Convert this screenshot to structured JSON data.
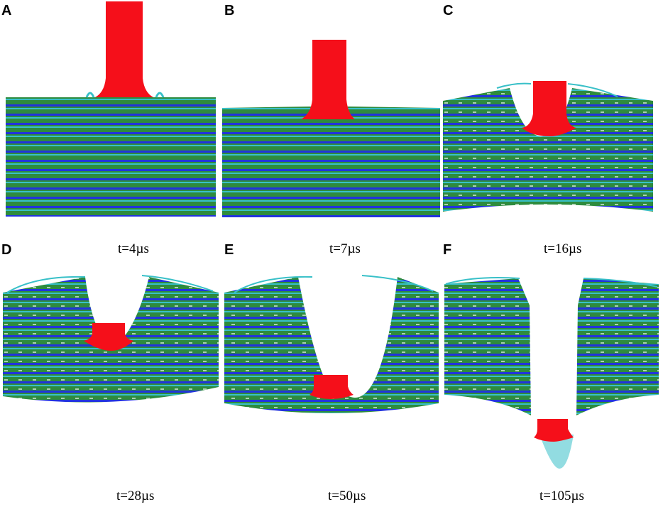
{
  "colors": {
    "projectile": "#f50f1a",
    "laminate_green": "#2e8b3e",
    "laminate_blue": "#2233dd",
    "laminate_cyan": "#38c0c8",
    "background": "#ffffff"
  },
  "panels": [
    {
      "letter": "A",
      "time": "t=4µs"
    },
    {
      "letter": "B",
      "time": "t=7µs"
    },
    {
      "letter": "C",
      "time": "t=16µs"
    },
    {
      "letter": "D",
      "time": "t=28µs"
    },
    {
      "letter": "E",
      "time": "t=50µs"
    },
    {
      "letter": "F",
      "time": "t=105µs"
    }
  ]
}
